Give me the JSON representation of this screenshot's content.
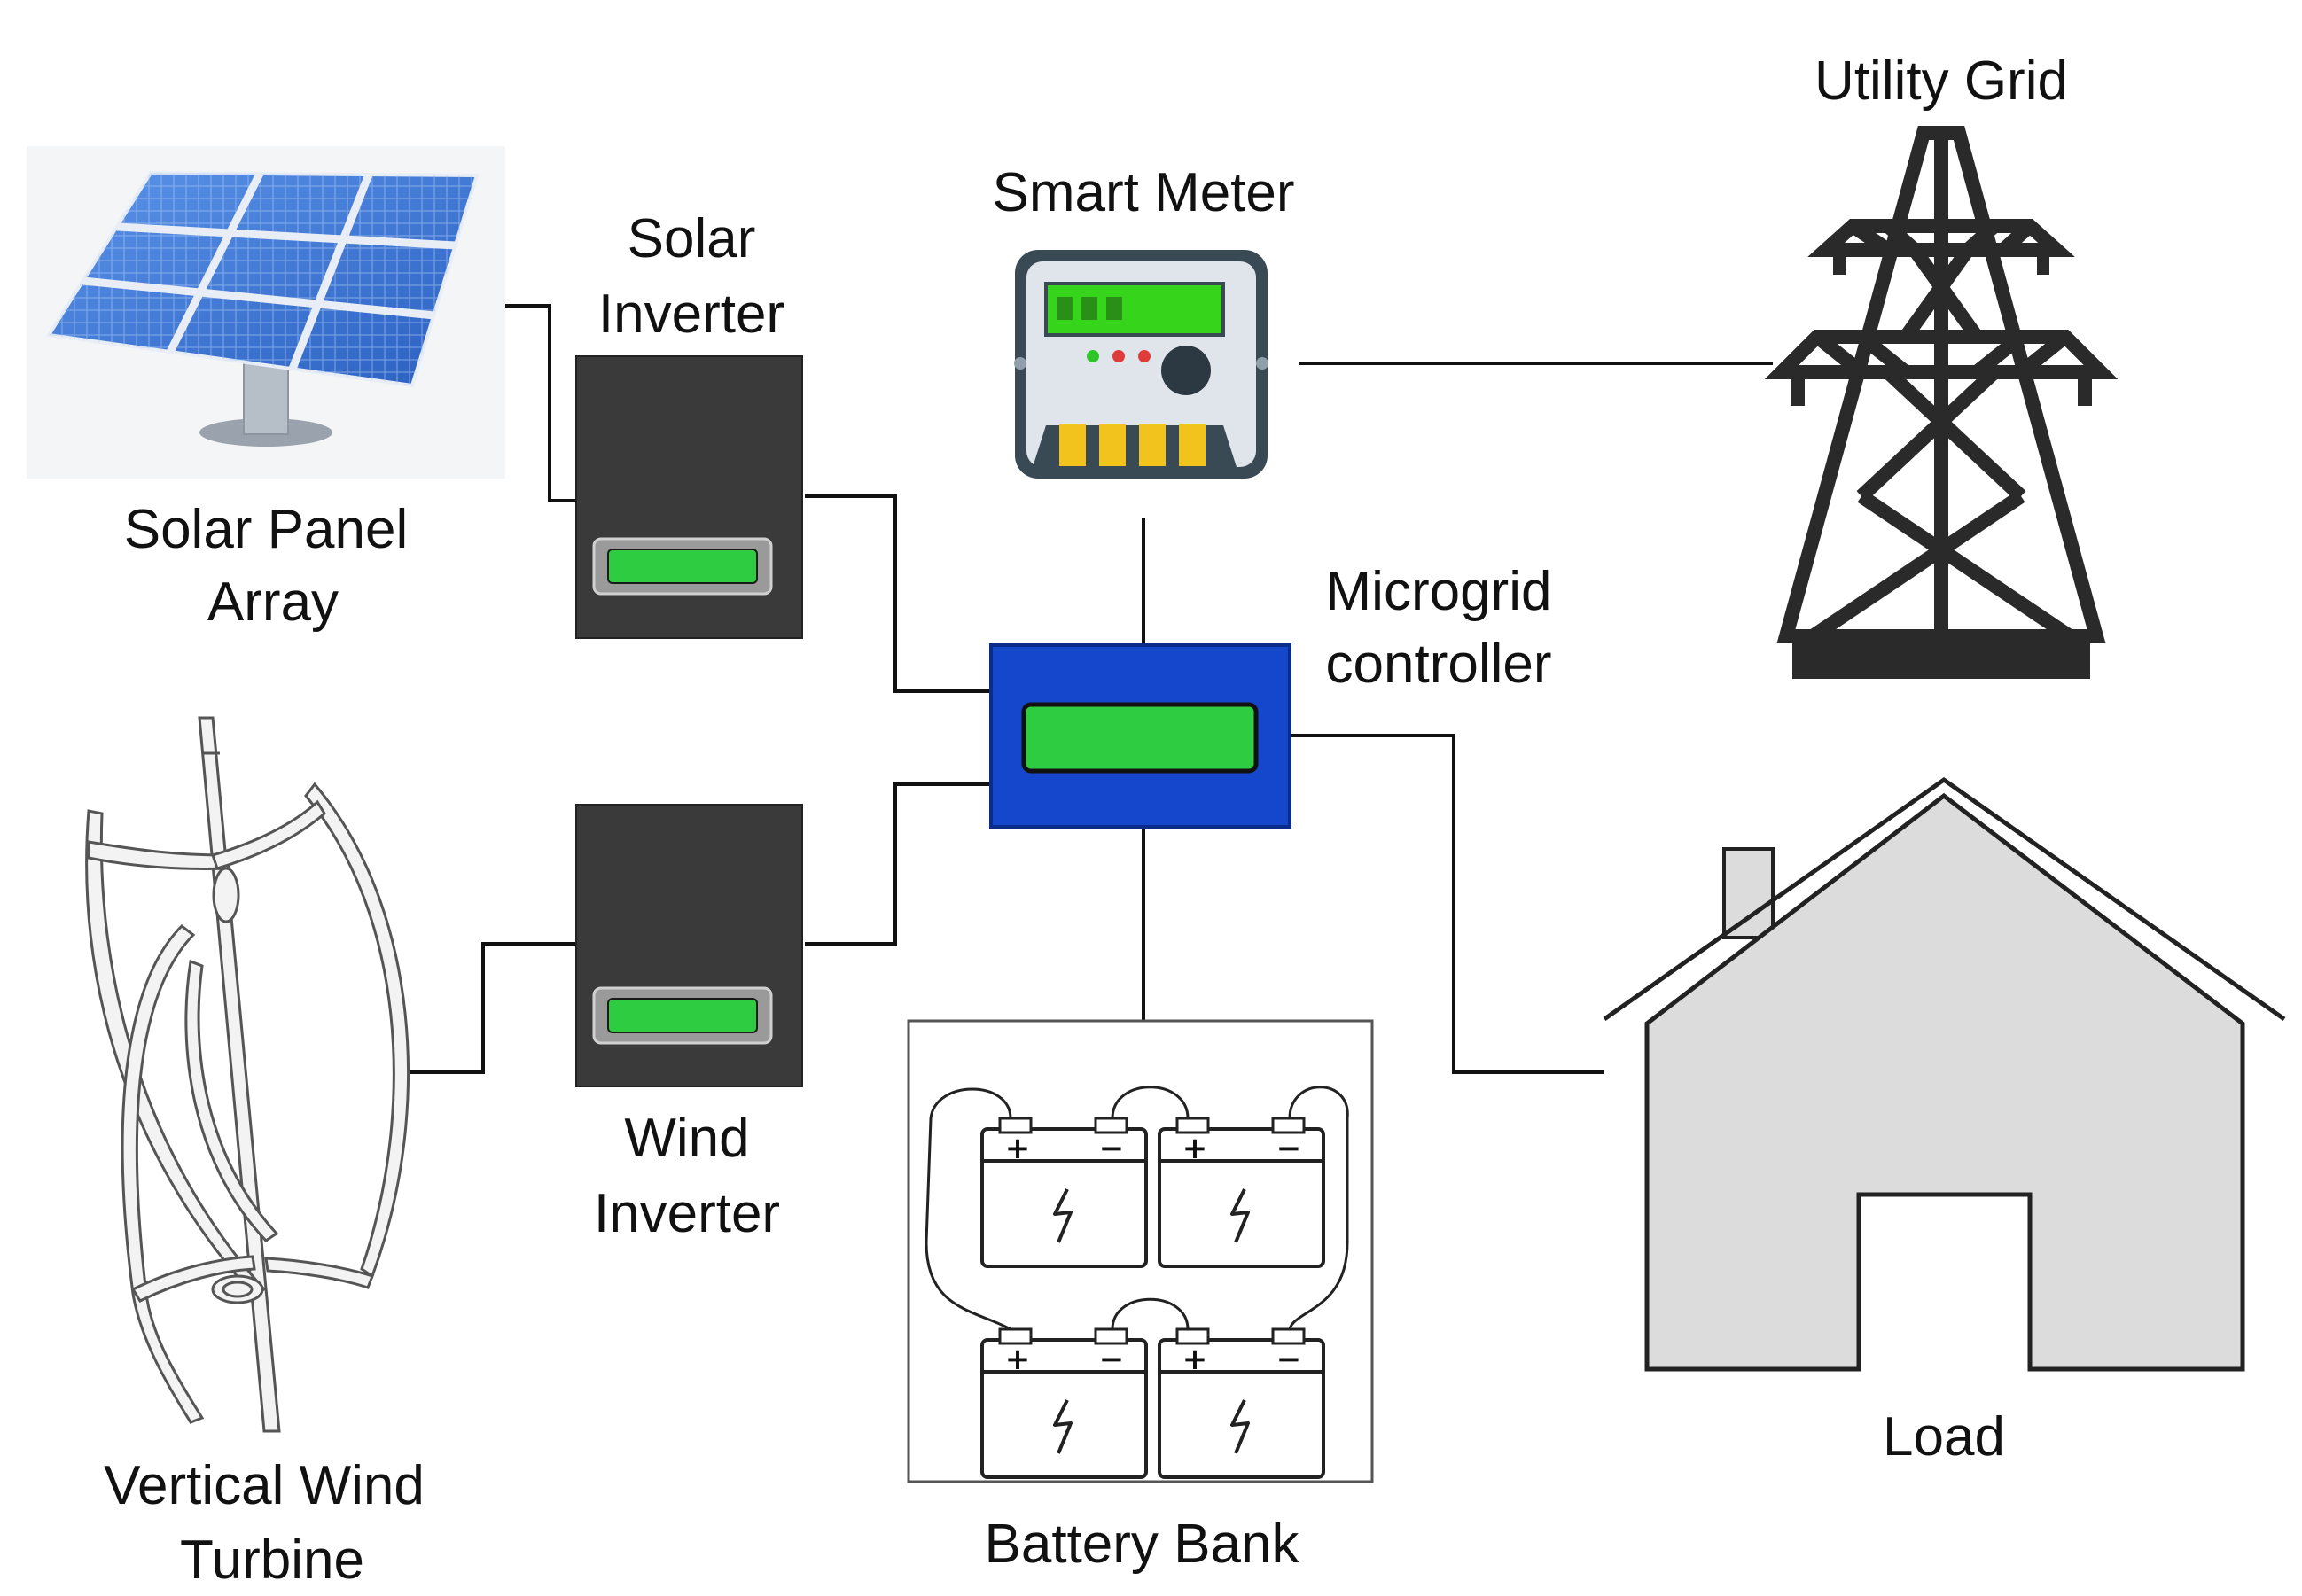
{
  "labels": {
    "solar_panel_1": "Solar Panel",
    "solar_panel_2": "Array",
    "solar_inverter_1": "Solar",
    "solar_inverter_2": "Inverter",
    "smart_meter": "Smart Meter",
    "utility_grid": "Utility Grid",
    "microgrid_1": "Microgrid",
    "microgrid_2": "controller",
    "wind_inverter_1": "Wind",
    "wind_inverter_2": "Inverter",
    "wind_turbine_1": "Vertical Wind",
    "wind_turbine_2": "Turbine",
    "battery_bank": "Battery Bank",
    "load": "Load"
  },
  "battery_terminals": {
    "plus": "+",
    "minus": "−"
  },
  "colors": {
    "inverter_body": "#3a3a3a",
    "display_green": "#2ecc40",
    "controller_blue": "#1447cc",
    "house_fill": "#dcdcdc",
    "solar_cell": "#3b78d8",
    "meter_yellow": "#f2c31c",
    "wire": "#111111"
  },
  "icons": [
    "solar-panel-icon",
    "inverter-icon",
    "smart-meter-icon",
    "transmission-tower-icon",
    "microgrid-controller-icon",
    "wind-turbine-icon",
    "battery-icon",
    "house-icon"
  ]
}
